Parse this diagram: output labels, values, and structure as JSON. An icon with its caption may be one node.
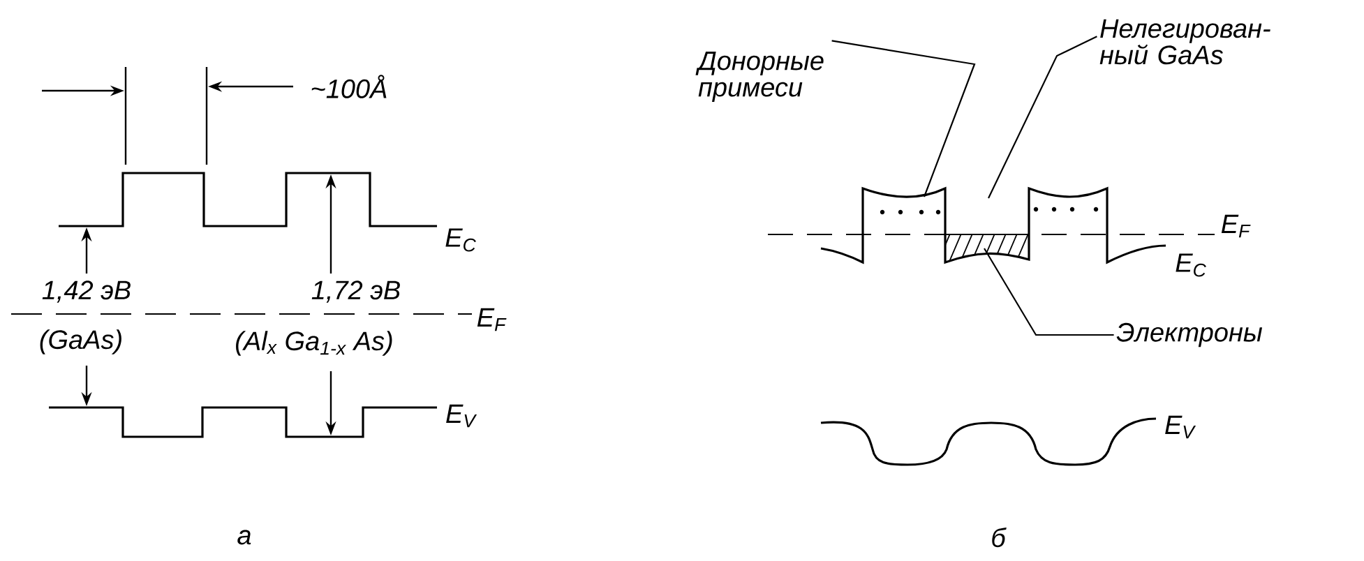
{
  "diagram": {
    "nodes": [
      {
        "text": [
          "Донорные примеси"
        ]
      },
      {
        "text": [
          "Нелегирован-ный GaAs"
        ]
      },
      {
        "text": [
          "Электроны"
        ]
      }
    ],
    "edges": [
      {
        "from": 0,
        "to": null,
        "arrow": "none"
      },
      {
        "from": 1,
        "to": null,
        "arrow": "none"
      },
      {
        "from": 2,
        "to": null,
        "arrow": "none"
      }
    ],
    "labels": [
      "~100Å",
      "E$_{C}$",
      "1,42 эВ",
      "1,72 эВ",
      "E$_{F}$",
      "(GaAs)",
      "(Al$_{x}$ Ga$_{1-x}$ As)",
      "E$_{V}$",
      "а",
      "E$_{F}$",
      "E$_{C}$",
      "E$_{V}$",
      "б"
    ]
  }
}
